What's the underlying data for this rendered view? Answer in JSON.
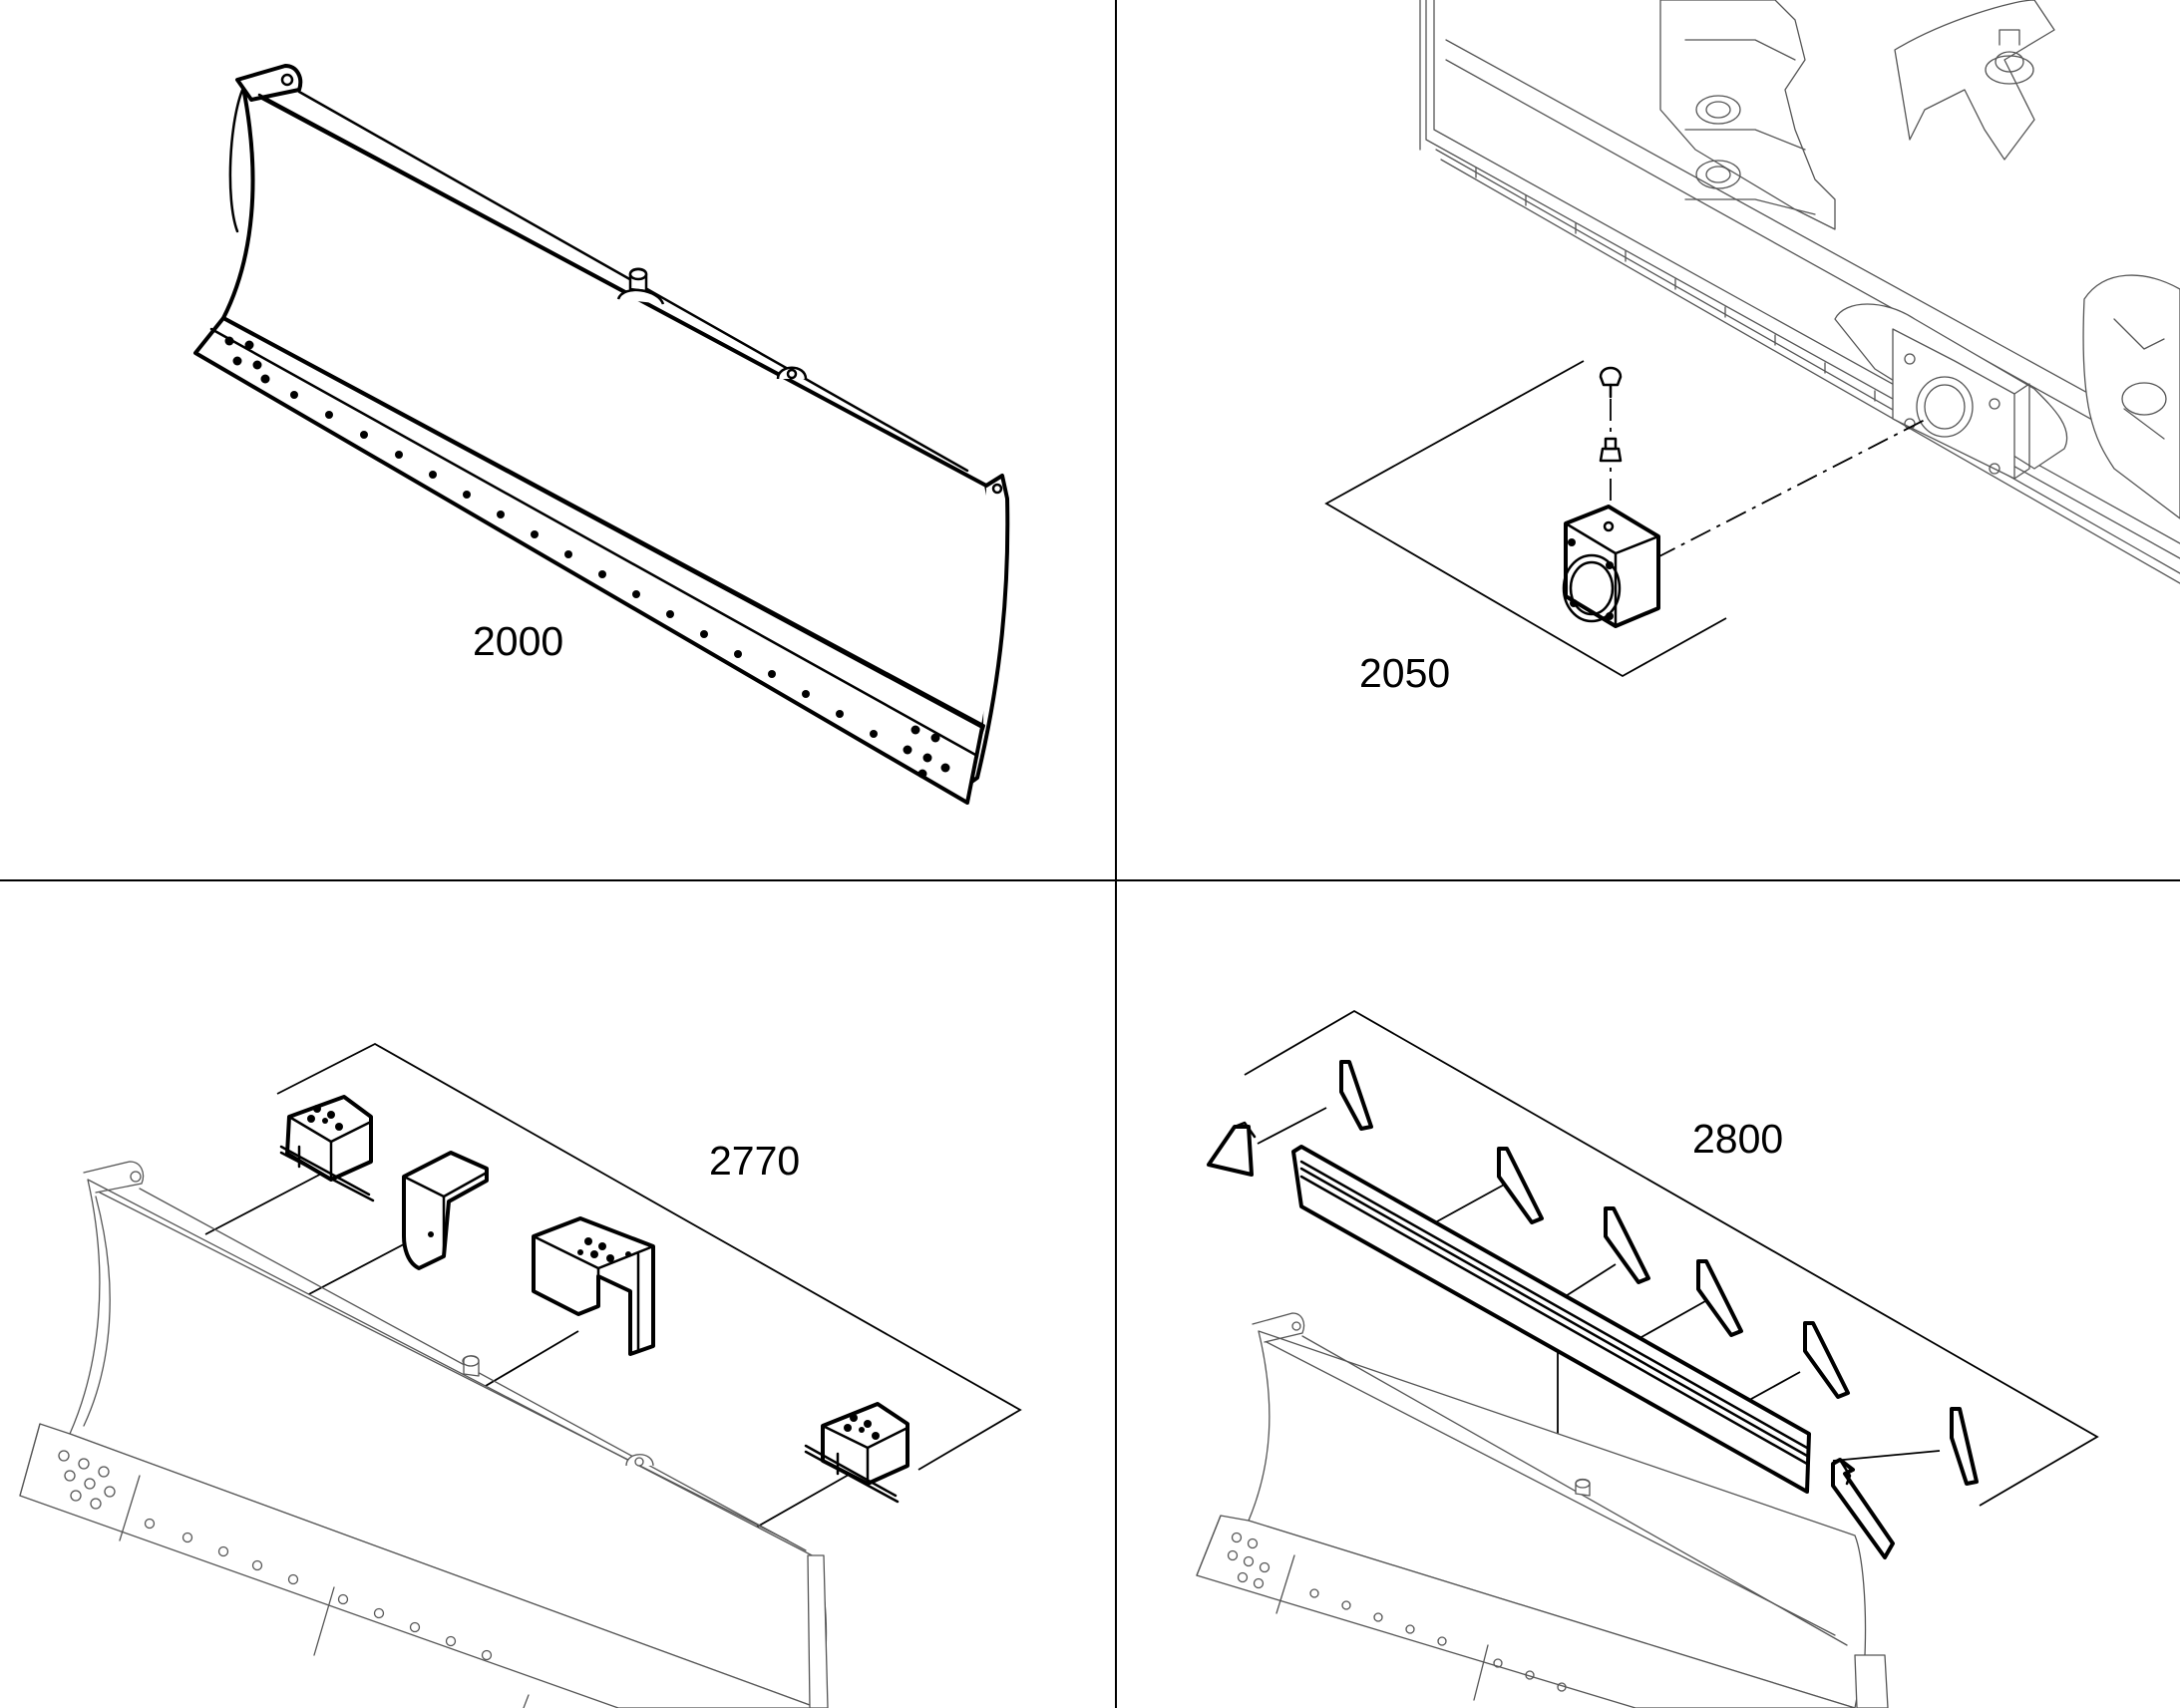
{
  "panels": [
    {
      "id": "blade",
      "label": "2000"
    },
    {
      "id": "trunnion-cap",
      "label": "2050"
    },
    {
      "id": "guards",
      "label": "2770"
    },
    {
      "id": "extension",
      "label": "2800"
    }
  ]
}
